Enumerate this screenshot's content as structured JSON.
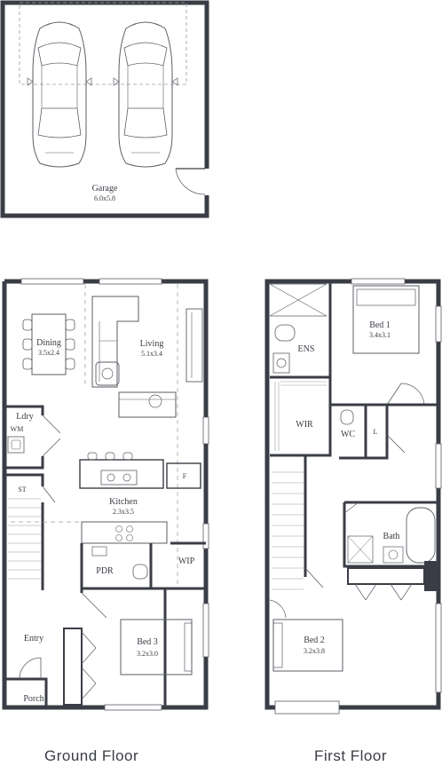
{
  "plans": {
    "ground": {
      "title": "Ground Floor",
      "rooms": {
        "garage": {
          "name": "Garage",
          "dim": "6.0x5.8"
        },
        "dining": {
          "name": "Dining",
          "dim": "3.5x2.4"
        },
        "living": {
          "name": "Living",
          "dim": "5.1x3.4"
        },
        "ldry": {
          "name": "Ldry"
        },
        "wm": {
          "name": "WM"
        },
        "st": {
          "name": "ST"
        },
        "kitchen": {
          "name": "Kitchen",
          "dim": "2.3x3.5"
        },
        "fridge": {
          "name": "F"
        },
        "pdr": {
          "name": "PDR"
        },
        "wip": {
          "name": "WIP"
        },
        "entry": {
          "name": "Entry"
        },
        "bed3": {
          "name": "Bed 3",
          "dim": "3.2x3.0"
        },
        "porch": {
          "name": "Porch"
        }
      }
    },
    "first": {
      "title": "First Floor",
      "rooms": {
        "bed1": {
          "name": "Bed 1",
          "dim": "3.4x3.1"
        },
        "ens": {
          "name": "ENS"
        },
        "wir": {
          "name": "WIR"
        },
        "wc": {
          "name": "WC"
        },
        "linen": {
          "name": "L"
        },
        "bath": {
          "name": "Bath"
        },
        "bed2": {
          "name": "Bed 2",
          "dim": "3.2x3.8"
        }
      }
    }
  },
  "colors": {
    "wall": "#3a3d45",
    "line": "#5b5e66",
    "faint": "#9a9ca3"
  }
}
